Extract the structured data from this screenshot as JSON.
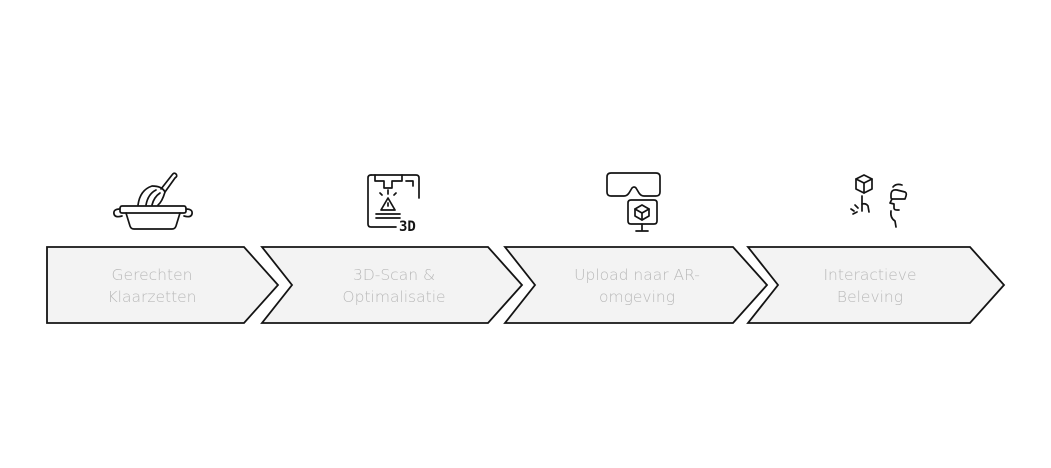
{
  "process": {
    "steps": [
      {
        "icon": "bowl-whisk-icon",
        "line1": "Gerechten",
        "line2": "Klaarzetten"
      },
      {
        "icon": "3d-scanner-icon",
        "line1": "3D-Scan &",
        "line2": "Optimalisatie"
      },
      {
        "icon": "vr-headset-monitor-icon",
        "line1": "Upload naar AR-",
        "line2": "omgeving"
      },
      {
        "icon": "ar-interaction-icon",
        "line1": "Interactieve",
        "line2": "Beleving"
      }
    ],
    "scan_icon_text": "3D"
  },
  "colors": {
    "stroke": "#141414",
    "chevron_fill": "#f3f3f3",
    "label": "#b9b9b9"
  }
}
